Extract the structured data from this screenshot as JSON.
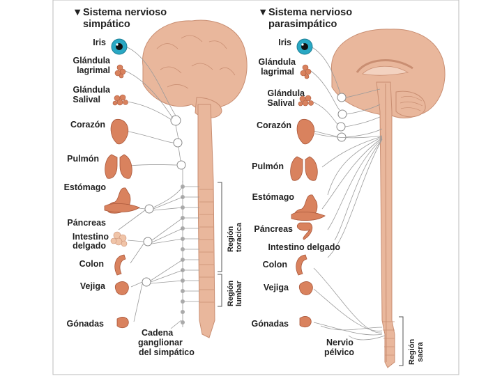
{
  "sympathetic": {
    "title_line1": "Sistema nervioso",
    "title_line2": "simpático",
    "organs": [
      {
        "line1": "Iris",
        "line2": ""
      },
      {
        "line1": "Glándula",
        "line2": "lagrimal"
      },
      {
        "line1": "Glándula",
        "line2": "Salival"
      },
      {
        "line1": "Corazón",
        "line2": ""
      },
      {
        "line1": "Pulmón",
        "line2": ""
      },
      {
        "line1": "Estómago",
        "line2": ""
      },
      {
        "line1": "Páncreas",
        "line2": ""
      },
      {
        "line1": "Intestino",
        "line2": "delgado"
      },
      {
        "line1": "Colon",
        "line2": ""
      },
      {
        "line1": "Vejiga",
        "line2": ""
      },
      {
        "line1": "Gónadas",
        "line2": ""
      }
    ],
    "region_thoracic_line1": "Región",
    "region_thoracic_line2": "toracica",
    "region_lumbar_line1": "Región",
    "region_lumbar_line2": "lumbar",
    "chain_line1": "Cadena",
    "chain_line2": "ganglionar",
    "chain_line3": "del simpático"
  },
  "parasympathetic": {
    "title_line1": "Sistema nervioso",
    "title_line2": "parasimpático",
    "organs": [
      {
        "line1": "Iris",
        "line2": ""
      },
      {
        "line1": "Glándula",
        "line2": "lagrimal"
      },
      {
        "line1": "Glándula",
        "line2": "Salival"
      },
      {
        "line1": "Corazón",
        "line2": ""
      },
      {
        "line1": "Pulmón",
        "line2": ""
      },
      {
        "line1": "Estómago",
        "line2": ""
      },
      {
        "line1": "Páncreas",
        "line2": ""
      },
      {
        "line1": "Intestino delgado",
        "line2": ""
      },
      {
        "line1": "Colon",
        "line2": ""
      },
      {
        "line1": "Vejiga",
        "line2": ""
      },
      {
        "line1": "Gónadas",
        "line2": ""
      }
    ],
    "nerve_line1": "Nervio",
    "nerve_line2": "pélvico",
    "region_sacral_line1": "Región",
    "region_sacral_line2": "sacra"
  },
  "colors": {
    "tissue": "#e9b79c",
    "organ": "#d9825e",
    "iris": "#29a8c4",
    "nerve": "#9a9a9a"
  }
}
